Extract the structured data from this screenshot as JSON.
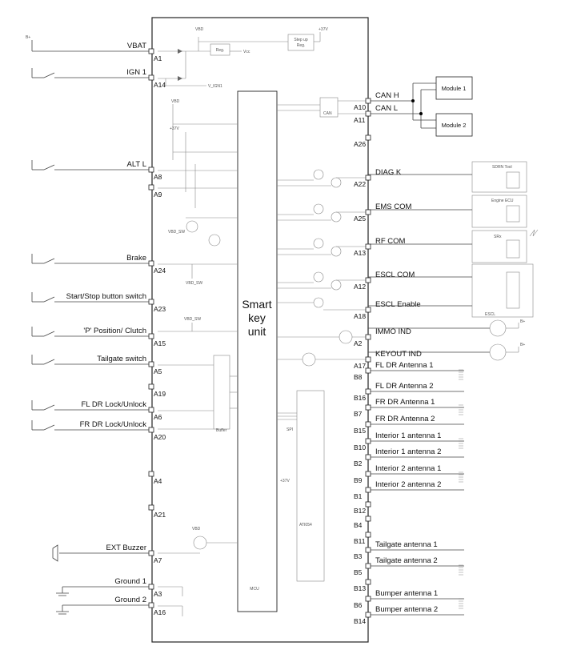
{
  "unit": {
    "line1": "Smart",
    "line2": "key",
    "line3": "unit"
  },
  "left_signals": [
    {
      "label": "VBAT",
      "pin": "A1"
    },
    {
      "label": "IGN 1",
      "pin": "A14"
    },
    {
      "label": "ALT L",
      "pin": "A8"
    },
    {
      "label": "",
      "pin": "A9"
    },
    {
      "label": "Brake",
      "pin": "A24"
    },
    {
      "label": "Start/Stop button switch",
      "pin": "A23"
    },
    {
      "label": "'P' Position/ Clutch",
      "pin": "A15"
    },
    {
      "label": "Tailgate switch",
      "pin": "A5"
    },
    {
      "label": "",
      "pin": "A19"
    },
    {
      "label": "FL DR Lock/Unlock",
      "pin": "A6"
    },
    {
      "label": "FR DR Lock/Unlock",
      "pin": "A20"
    },
    {
      "label": "",
      "pin": "A4"
    },
    {
      "label": "",
      "pin": "A21"
    },
    {
      "label": "EXT Buzzer",
      "pin": "A7"
    },
    {
      "label": "Ground 1",
      "pin": "A3"
    },
    {
      "label": "Ground 2",
      "pin": "A16"
    }
  ],
  "right_signals": [
    {
      "label": "CAN H",
      "pin": "A10"
    },
    {
      "label": "CAN L",
      "pin": "A11"
    },
    {
      "label": "",
      "pin": "A26"
    },
    {
      "label": "DIAG K",
      "pin": "A22"
    },
    {
      "label": "EMS COM",
      "pin": "A25"
    },
    {
      "label": "RF COM",
      "pin": "A13"
    },
    {
      "label": "ESCL COM",
      "pin": "A12"
    },
    {
      "label": "ESCL Enable",
      "pin": "A18"
    },
    {
      "label": "IMMO IND",
      "pin": "A2"
    },
    {
      "label": "KEYOUT IND",
      "pin": "A17"
    },
    {
      "label": "FL DR Antenna 1",
      "pin": "B8"
    },
    {
      "label": "FL DR Antenna 2",
      "pin": "B16"
    },
    {
      "label": "FR DR Antenna 1",
      "pin": "B7"
    },
    {
      "label": "FR DR Antenna 2",
      "pin": "B15"
    },
    {
      "label": "Interior 1 antenna 1",
      "pin": "B10"
    },
    {
      "label": "Interior 1 antenna 2",
      "pin": "B2"
    },
    {
      "label": "Interior 2 antenna 1",
      "pin": "B9"
    },
    {
      "label": "Interior 2 antenna 2",
      "pin": "B1"
    },
    {
      "label": "",
      "pin": "B12"
    },
    {
      "label": "",
      "pin": "B4"
    },
    {
      "label": "",
      "pin": "B11"
    },
    {
      "label": "Tailgate antenna 1",
      "pin": "B3"
    },
    {
      "label": "Tailgate antenna 2",
      "pin": "B5"
    },
    {
      "label": "",
      "pin": "B13"
    },
    {
      "label": "Bumper antenna 1",
      "pin": "B6"
    },
    {
      "label": "Bumper antenna 2",
      "pin": "B14"
    }
  ],
  "modules": {
    "m1": "Module 1",
    "m2": "Module 2"
  },
  "internal": {
    "can": "CAN",
    "buffer": "Buffer",
    "spi": "SPI",
    "ati": "ATI054",
    "mcu": "MCU",
    "reg": "Reg.",
    "vcc": "Vcc",
    "stepup": "Step up",
    "stepup2": "Reg.",
    "v37": "+37V",
    "v37b": "+37V",
    "vbd": "VBD",
    "v_ign1": "V_IGN1",
    "vbd_sw": "VBD_SW",
    "vbd_sw2": "VBD_SW",
    "bplus": "B+",
    "vbd_sw3": "VBD_SW"
  },
  "externals": {
    "sdrn": "SDRN Tool",
    "ecu": "Engine ECU",
    "srx": "SRx",
    "escl": "ESCL",
    "mcu": "MCU"
  }
}
